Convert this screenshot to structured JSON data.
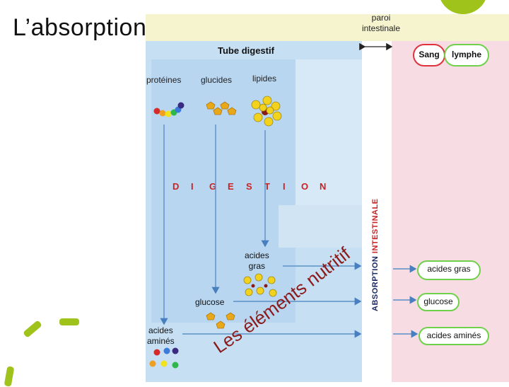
{
  "title": "L’absorption",
  "header": {
    "paroi_line1": "paroi",
    "paroi_line2": "intestinale"
  },
  "digestive": {
    "tube_label": "Tube digestif",
    "categories": [
      "protéines",
      "glucides",
      "lipides"
    ],
    "digestion_letters": [
      "D",
      "I",
      "G",
      "E",
      "S",
      "T",
      "I",
      "O",
      "N"
    ],
    "products": {
      "acides_gras_line1": "acides",
      "acides_gras_line2": "gras",
      "glucose": "glucose",
      "acides_amines_line1": "acides",
      "acides_amines_line2": "aminés"
    }
  },
  "wall_label": {
    "part1": "ABSORPTION ",
    "part2": "INTESTINALE"
  },
  "blood": {
    "sang": "Sang",
    "lymphe": "lymphe",
    "acides_gras": "acides gras",
    "glucose": "glucose",
    "acides_amines": "acides aminés"
  },
  "curved_text": "Les éléments nutritifs",
  "colors": {
    "panel_blue": "#c6dff3",
    "panel_pink": "#f7dde3",
    "title_band": "#f6f4cf",
    "red_outline": "#e0323c",
    "green_outline": "#6fd14a",
    "arrow_blue": "#5a8fc7",
    "accent_green": "#9fc31b"
  }
}
